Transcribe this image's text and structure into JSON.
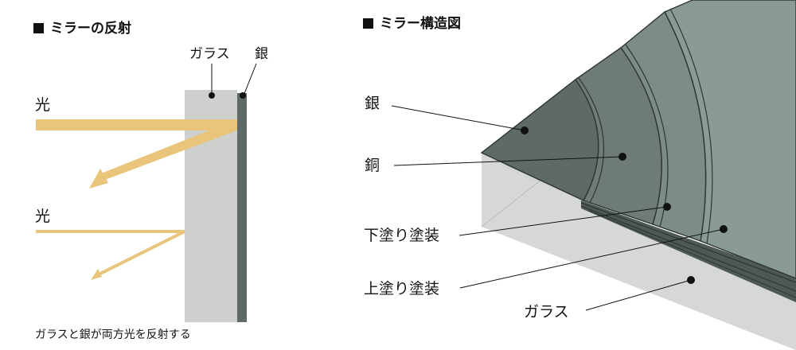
{
  "left": {
    "title": "ミラーの反射",
    "label_glass": "ガラス",
    "label_silver": "銀",
    "label_light_top": "光",
    "label_light_bottom": "光",
    "caption": "ガラスと銀が両方光を反射する"
  },
  "right": {
    "title": "ミラー構造図",
    "layers": [
      {
        "label": "銀"
      },
      {
        "label": "銅"
      },
      {
        "label": "下塗り塗装"
      },
      {
        "label": "上塗り塗装"
      },
      {
        "label": "ガラス"
      }
    ]
  },
  "colors": {
    "light": "#e8c57a",
    "glass_front": "#cdd0cc",
    "silver_strip": "#5d6a67",
    "silver_face": "#5f6a66",
    "copper_face": "#6f7b77",
    "under_face": "#7b8984",
    "top_face": "#8a9a95",
    "glass_side": "#d3d5d2"
  }
}
